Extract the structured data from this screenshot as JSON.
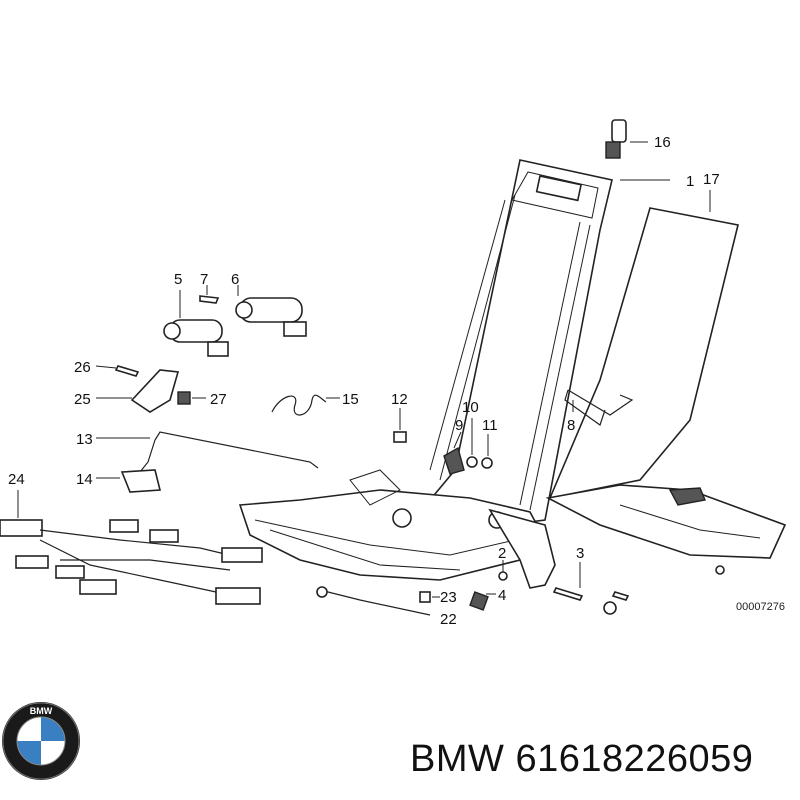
{
  "diagram": {
    "callouts": [
      "1",
      "2",
      "3",
      "4",
      "5",
      "6",
      "7",
      "8",
      "9",
      "10",
      "11",
      "12",
      "13",
      "14",
      "15",
      "16",
      "17",
      "22",
      "23",
      "24",
      "25",
      "26",
      "27"
    ],
    "reference_code": "00007276"
  },
  "brand": {
    "logo_text": "BMW",
    "caption_brand": "BMW",
    "caption_part_number": "61618226059"
  }
}
